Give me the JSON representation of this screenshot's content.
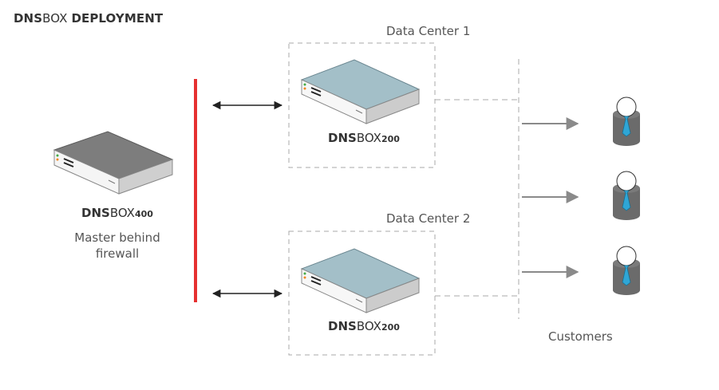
{
  "title": {
    "bold": "DNS",
    "regular": "BOX ",
    "bold2": "DEPLOYMENT"
  },
  "data_centers": [
    {
      "label": "Data Center 1"
    },
    {
      "label": "Data Center 2"
    }
  ],
  "master": {
    "name_bold": "DNS",
    "name_regular": "BOX",
    "model": "400",
    "description": "Master behind firewall"
  },
  "dc_devices": [
    {
      "name_bold": "DNS",
      "name_regular": "BOX",
      "model": "200"
    },
    {
      "name_bold": "DNS",
      "name_regular": "BOX",
      "model": "200"
    }
  ],
  "customers_label": "Customers",
  "colors": {
    "firewall": "#e63030",
    "master_device_top": "#7a7a7a",
    "dc_device_top": "#9fbcc6",
    "customer_tie": "#2fa6d6",
    "customer_body": "#6b6b6b"
  }
}
